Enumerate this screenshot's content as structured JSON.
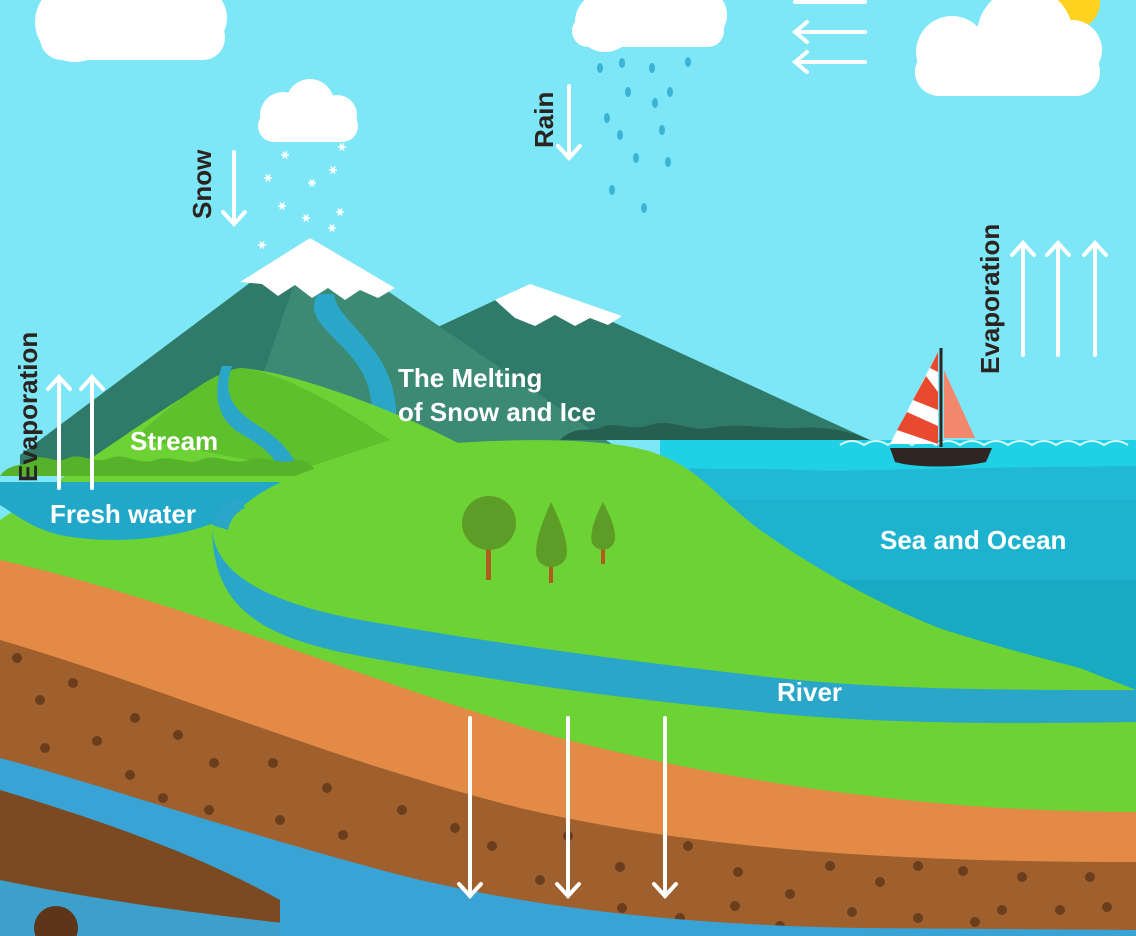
{
  "labels": {
    "snow": "Snow",
    "rain": "Rain",
    "evaporation_left": "Evaporation",
    "evaporation_right": "Evaporation",
    "melting_line1": "The Melting",
    "melting_line2": "of Snow and Ice",
    "stream": "Stream",
    "fresh_water": "Fresh water",
    "sea_and_ocean": "Sea and Ocean",
    "river": "River"
  },
  "colors": {
    "sky": "#7de6f7",
    "cloud": "#ffffff",
    "sun": "#ffd21f",
    "mountain_dark": "#2f7a68",
    "mountain_light": "#3d8a74",
    "snow_cap": "#ffffff",
    "grass": "#6dd335",
    "hill": "#5ec02c",
    "water": "#21b8d6",
    "deep_water": "#18a9c4",
    "river": "#2aa6c9",
    "sand_layer": "#e38a46",
    "soil": "#a0602e",
    "soil_dark": "#7c4a22",
    "groundwater": "#3aa3d6",
    "tree": "#5e9c28",
    "trunk": "#b05c1c",
    "boat_sail_red": "#e8492f",
    "boat_hull": "#2f2624",
    "arrow": "#ffffff",
    "label_dark": "#2b2320",
    "label_white": "#ffffff"
  },
  "icons": [
    "cloud-icon",
    "sun-icon",
    "raindrop-icon",
    "snowflake-icon",
    "tree-icon",
    "sailboat-icon",
    "arrow-up-icon",
    "arrow-down-icon",
    "wind-arrow-icon"
  ]
}
